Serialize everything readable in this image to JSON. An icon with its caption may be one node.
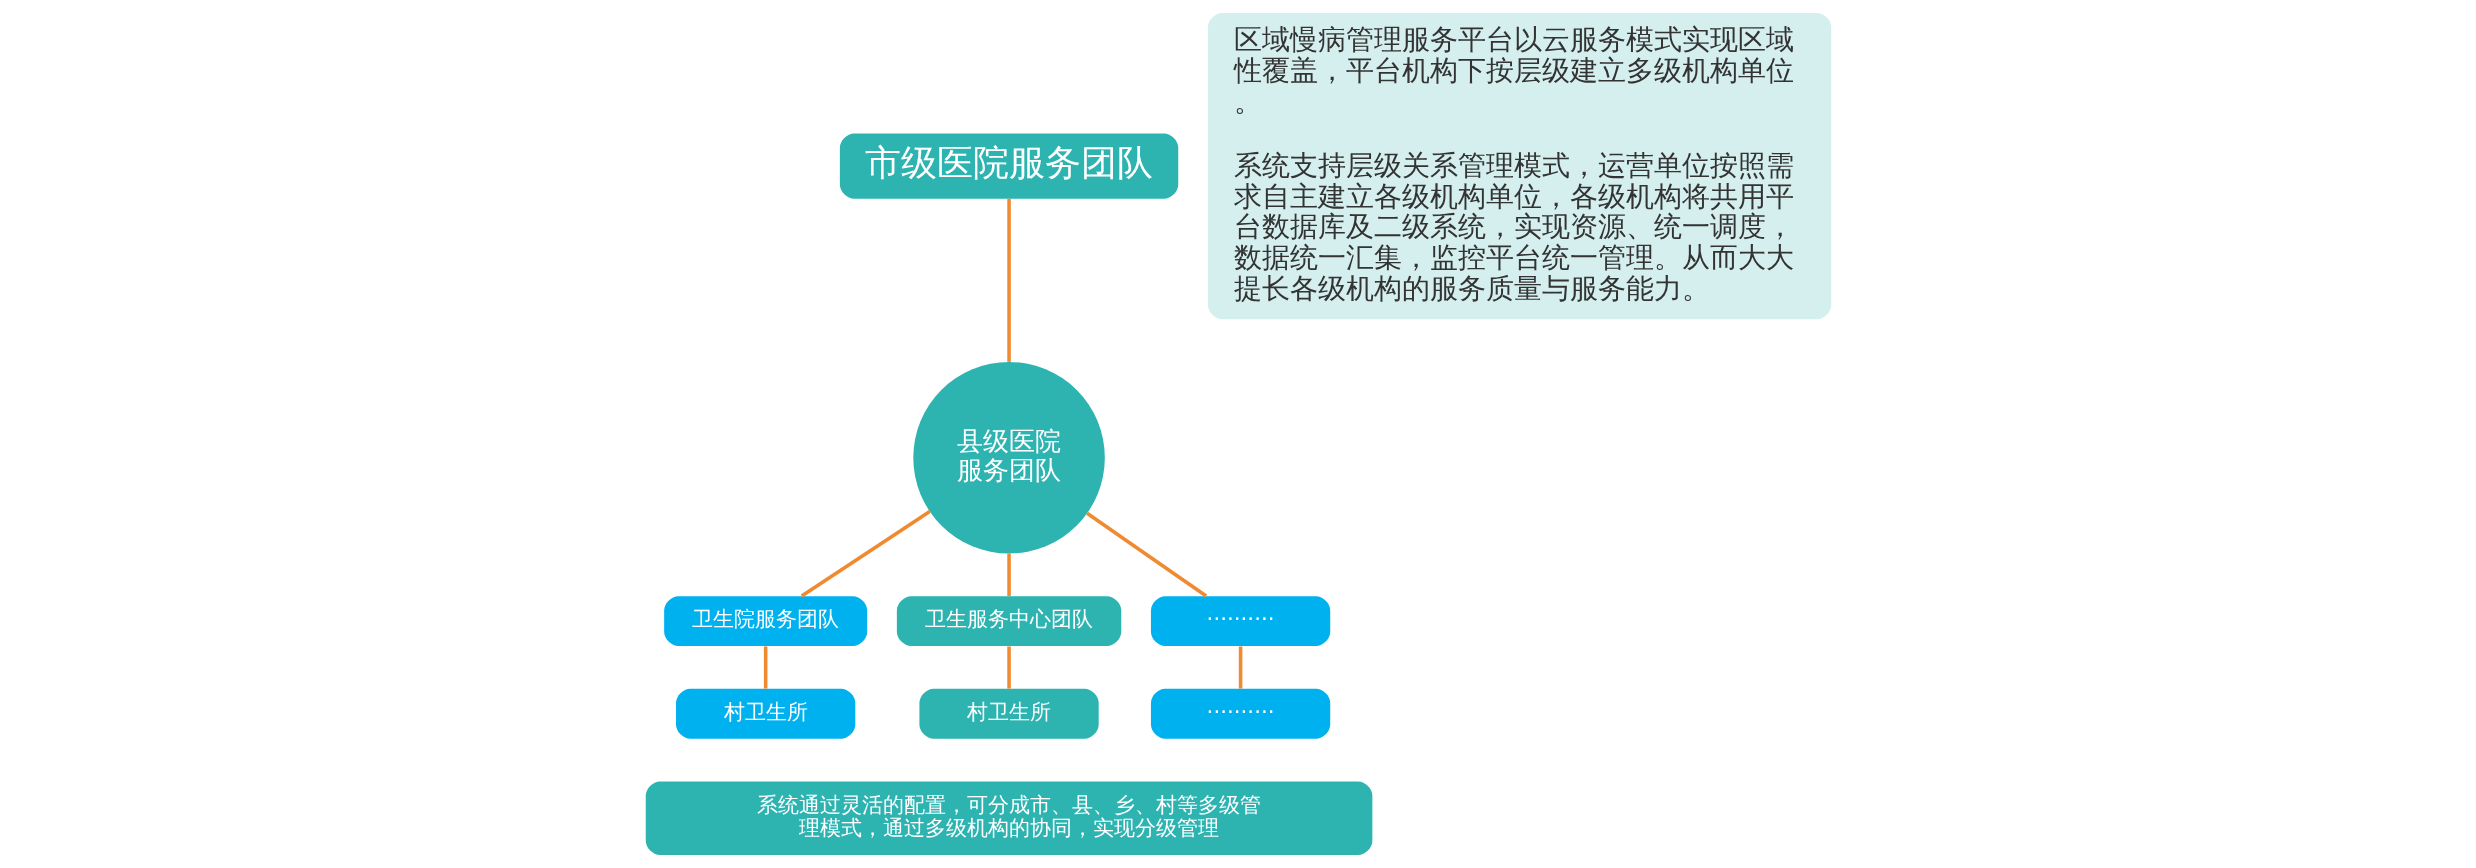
{
  "diagram": {
    "nodes": [
      {
        "text": [
          "市级医院服务团队"
        ]
      },
      {
        "text": [
          "县级医院服务团队"
        ]
      },
      {
        "text": [
          "卫生院服务团队"
        ]
      },
      {
        "text": [
          "卫生服务中心团队"
        ]
      },
      {
        "text": [
          "··········"
        ]
      },
      {
        "text": [
          "村卫生所"
        ]
      },
      {
        "text": [
          "村卫生所"
        ]
      },
      {
        "text": [
          "··········"
        ]
      },
      {
        "text": [
          "系统通过灵活的配置，可分成市、县、乡、村等多级管理模式，通过多级机构的协同，实现分级管理"
        ]
      },
      {
        "text": [
          "区域慢病管理服务平台以云服务模式实现区域性覆盖，平台机构下按层级建立多级机构单位。",
          "系统支持层级关系管理模式，运营单位按照需求自主建立各级机构单位，各级机构将共用平台数据库及二级系统，实现资源、统一调度，数据统一汇集，监控平台统一管理。从而大大提长各级机构的服务质量与服务能力。"
        ]
      }
    ],
    "edges": [
      {
        "from": 0,
        "to": 1,
        "arrow": "none"
      },
      {
        "from": 1,
        "to": 2,
        "arrow": "none"
      },
      {
        "from": 1,
        "to": 3,
        "arrow": "none"
      },
      {
        "from": 1,
        "to": 4,
        "arrow": "none"
      },
      {
        "from": 2,
        "to": 5,
        "arrow": "none"
      },
      {
        "from": 3,
        "to": 6,
        "arrow": "none"
      },
      {
        "from": 4,
        "to": 7,
        "arrow": "none"
      }
    ]
  }
}
